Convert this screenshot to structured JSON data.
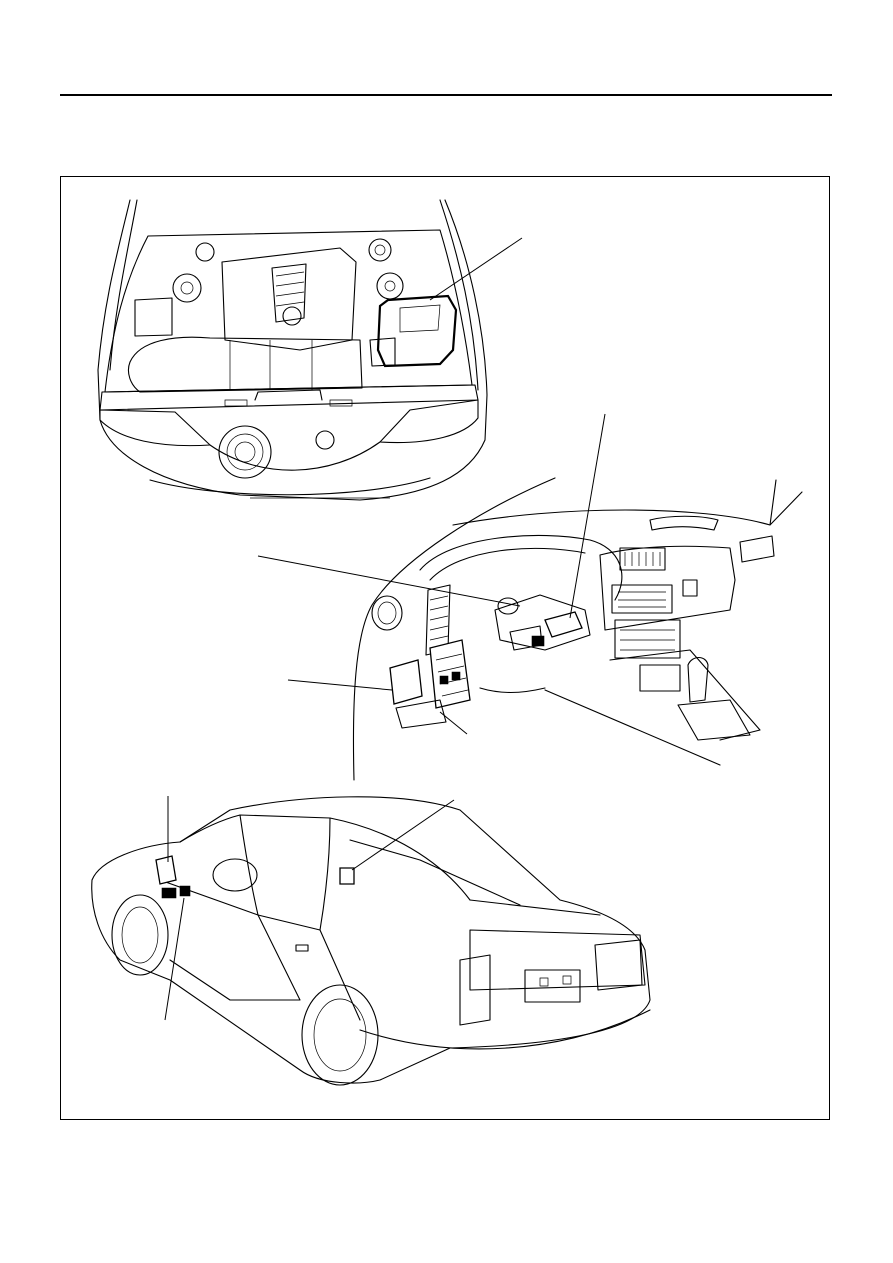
{
  "page": {
    "header_rule": "top-rule",
    "figure": "component-location-illustration"
  },
  "views": [
    {
      "id": "engine-compartment",
      "description_icon": "engine-bay-view"
    },
    {
      "id": "instrument-panel",
      "description_icon": "dashboard-view"
    },
    {
      "id": "vehicle-exterior",
      "description_icon": "sedan-rear-view"
    }
  ],
  "leader_lines": [
    {
      "id": "leader-engine-box"
    },
    {
      "id": "leader-steering-column"
    },
    {
      "id": "leader-combination-switch"
    },
    {
      "id": "leader-junction-block"
    },
    {
      "id": "leader-lower-bracket"
    },
    {
      "id": "leader-door-mirror"
    },
    {
      "id": "leader-rear-pillar"
    },
    {
      "id": "leader-door-switch"
    }
  ]
}
